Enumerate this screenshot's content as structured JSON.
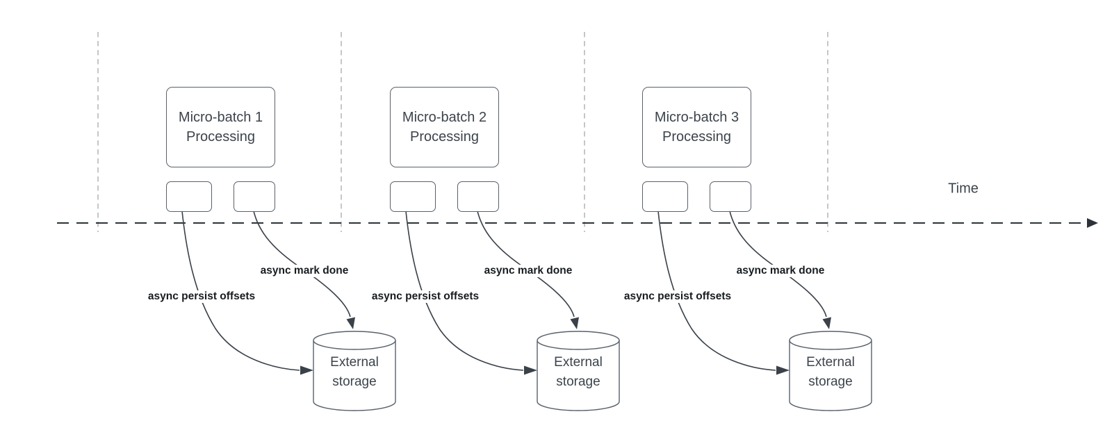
{
  "time_axis": {
    "label": "Time"
  },
  "batches": [
    {
      "box_line1": "Micro-batch 1",
      "box_line2": "Processing",
      "persist_label": "async persist offsets",
      "mark_done_label": "async mark done",
      "storage_line1": "External",
      "storage_line2": "storage"
    },
    {
      "box_line1": "Micro-batch 2",
      "box_line2": "Processing",
      "persist_label": "async persist offsets",
      "mark_done_label": "async mark done",
      "storage_line1": "External",
      "storage_line2": "storage"
    },
    {
      "box_line1": "Micro-batch 3",
      "box_line2": "Processing",
      "persist_label": "async persist offsets",
      "mark_done_label": "async mark done",
      "storage_line1": "External",
      "storage_line2": "storage"
    }
  ],
  "colors": {
    "background": "#ffffff",
    "guide_line": "#b5b8bb",
    "axis_line": "#2c3237",
    "connector": "#3a4149",
    "shape_border": "#59616b",
    "shape_fill": "#ffffff",
    "shape_text": "#3c434b",
    "label_text": "#171c20"
  }
}
